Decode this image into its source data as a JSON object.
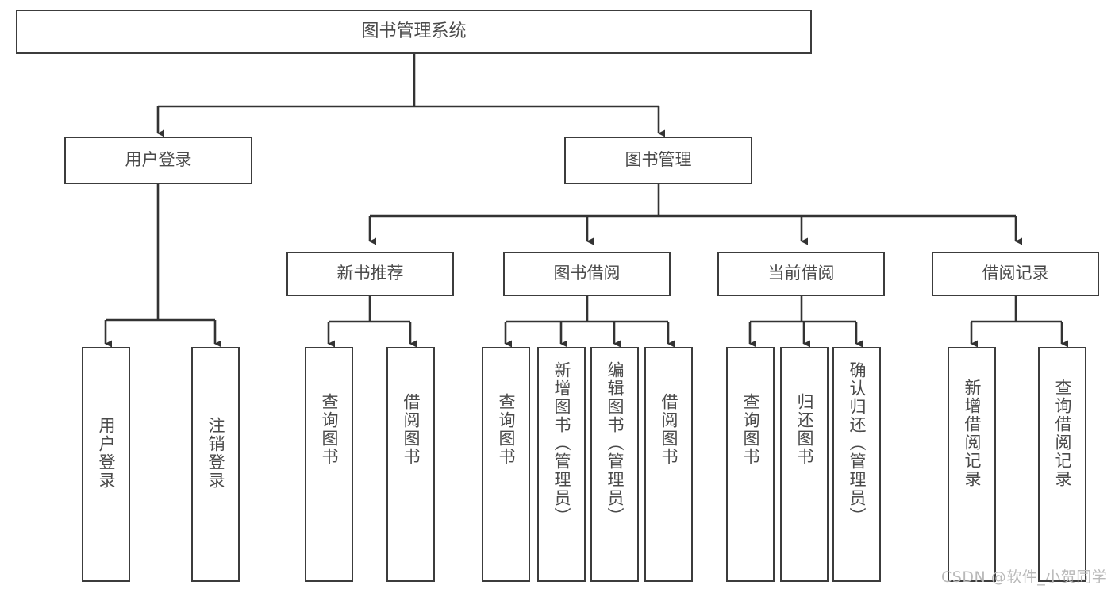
{
  "diagram": {
    "title": "图书管理系统",
    "type": "hierarchy-tree",
    "colors": {
      "box_border": "#3c3c3c",
      "box_fill": "#ffffff",
      "text": "#4a4a4a",
      "connector": "#333333",
      "watermark": "#b9b9b9"
    },
    "root": {
      "label": "图书管理系统"
    },
    "level2": [
      {
        "label": "用户登录"
      },
      {
        "label": "图书管理"
      }
    ],
    "level3": [
      {
        "label": "新书推荐"
      },
      {
        "label": "图书借阅"
      },
      {
        "label": "当前借阅"
      },
      {
        "label": "借阅记录"
      }
    ],
    "leaves": {
      "user_login": [
        {
          "label": "用户登录"
        },
        {
          "label": "注销登录"
        }
      ],
      "new_book_recommend": [
        {
          "label": "查询图书"
        },
        {
          "label": "借阅图书"
        }
      ],
      "book_borrow": [
        {
          "label": "查询图书"
        },
        {
          "label": "新增图书（管理员）"
        },
        {
          "label": "编辑图书（管理员）"
        },
        {
          "label": "借阅图书"
        }
      ],
      "current_borrow": [
        {
          "label": "查询图书"
        },
        {
          "label": "归还图书"
        },
        {
          "label": "确认归还（管理员）"
        }
      ],
      "borrow_record": [
        {
          "label": "新增借阅记录"
        },
        {
          "label": "查询借阅记录"
        }
      ]
    }
  },
  "watermark": {
    "text": "CSDN @软件_小贺同学"
  }
}
